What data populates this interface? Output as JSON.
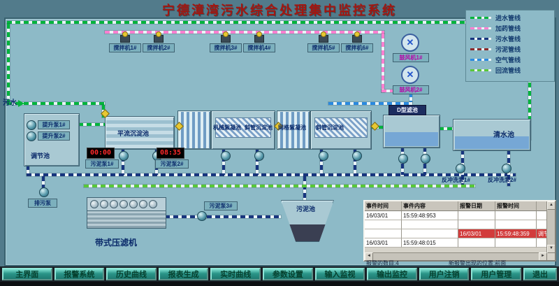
{
  "title": "宁德漳湾污水综合处理集中监控系统",
  "inlet_label": "污水",
  "colors": {
    "green": "#00b43c",
    "pink": "#ff7fd0",
    "navy": "#17357e",
    "air": "#2a8ae0",
    "reuse": "#58c838",
    "alarm_red": "#d23c3c",
    "title_red": "#a31610",
    "led_red": "#ff2a2a"
  },
  "legend": {
    "items": [
      {
        "label": "进水管线",
        "color": "#00b43c"
      },
      {
        "label": "加药管线",
        "color": "#ff7fd0"
      },
      {
        "label": "污水管线",
        "color": "#17357e"
      },
      {
        "label": "污泥管线",
        "color": "#8a2a2a"
      },
      {
        "label": "空气管线",
        "color": "#2a8ae0"
      },
      {
        "label": "回流管线",
        "color": "#58c838"
      }
    ]
  },
  "mixers": [
    "搅拌机1#",
    "搅拌机2#",
    "搅拌机3#",
    "搅拌机4#",
    "搅拌机5#",
    "搅拌机6#"
  ],
  "blowers": [
    "鼓风机1#",
    "鼓风机2#"
  ],
  "tanks": {
    "regulating": "调节池",
    "horizontal_sedimentation": "平流沉淀池",
    "mechanical_flocculation": "机械絮凝池",
    "inclined_tube_1": "斜管沉淀池",
    "grid_flocculation": "网格絮凝池",
    "inclined_tube_2": "斜管沉淀池",
    "d_filter": "D型滤池",
    "clear_water": "清水池",
    "sludge": "污泥池",
    "belt_press": "带式压滤机"
  },
  "pumps": {
    "lift1": "提升泵1#",
    "lift2": "提升泵2#",
    "sludge1": "污泥泵1#",
    "sludge2": "污泥泵2#",
    "sludge3": "污泥泵3#",
    "drain": "排污泵",
    "backwash1": "反冲洗泵1#",
    "backwash2": "反冲洗泵2#"
  },
  "timers": {
    "t1": "00:00",
    "t2": "08:35"
  },
  "alarm_table": {
    "headers": [
      "事件时间",
      "事件内容",
      "报警日期",
      "报警时间",
      ""
    ],
    "rows": [
      {
        "alarm": false,
        "cells": [
          "16/03/01",
          "15:59:48:953",
          "",
          "",
          ""
        ]
      },
      {
        "alarm": false,
        "cells": [
          "",
          "",
          "",
          "",
          ""
        ]
      },
      {
        "alarm": true,
        "cells": [
          "",
          "",
          "16/03/01",
          "15:59:48:359",
          "调节池液位"
        ]
      },
      {
        "alarm": false,
        "cells": [
          "16/03/01",
          "15:59:48:015",
          "",
          "",
          ""
        ]
      }
    ],
    "footer_left": "报警的数目:4",
    "footer_right": "新报警出现的位置:前面"
  },
  "nav": [
    "主界面",
    "报警系统",
    "历史曲线",
    "报表生成",
    "实时曲线",
    "参数设置",
    "输入监视",
    "输出监控",
    "用户注销",
    "用户管理",
    "退出"
  ]
}
